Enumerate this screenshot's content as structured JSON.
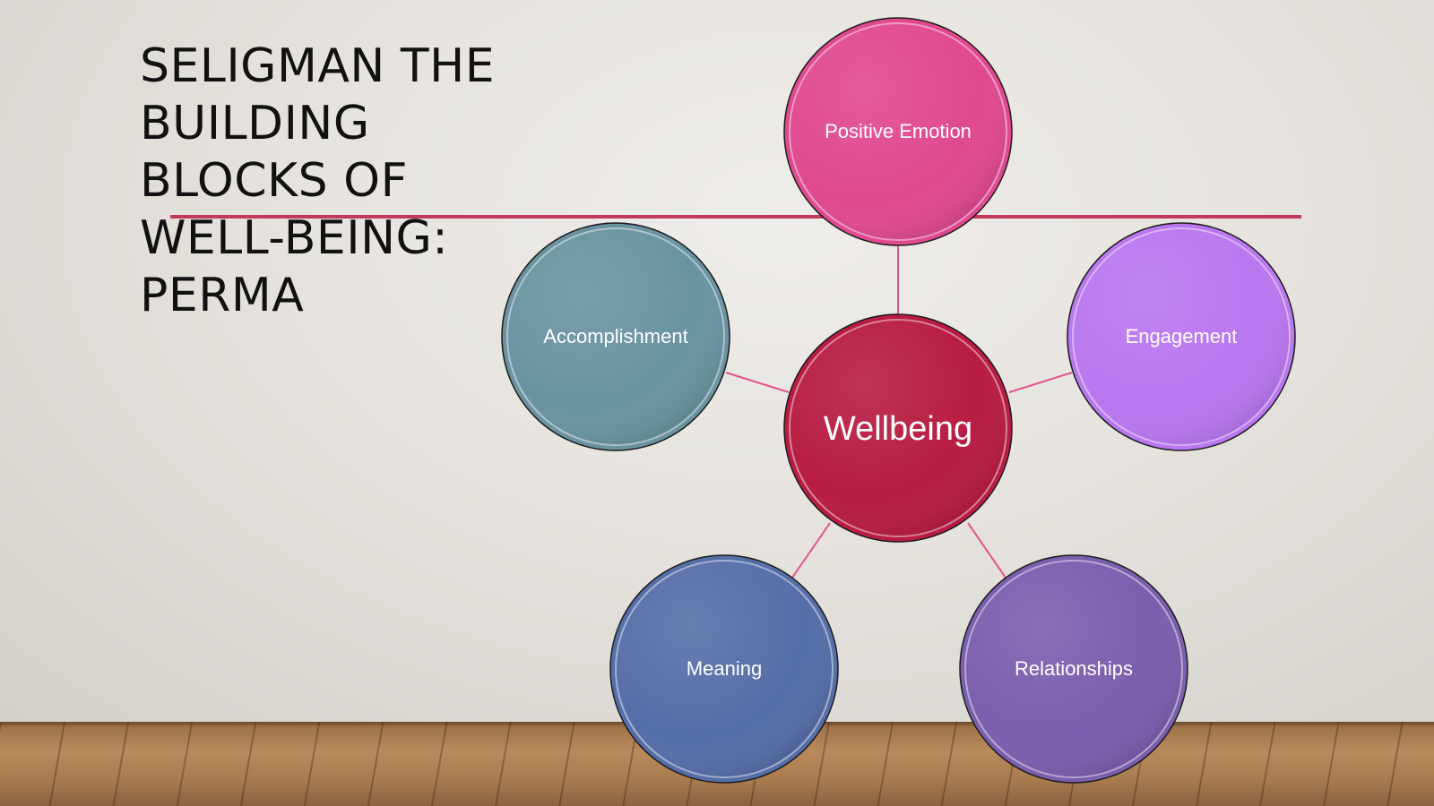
{
  "title_lines": [
    "SELIGMAN THE",
    "BUILDING",
    "BLOCKS OF",
    "WELL-BEING:",
    "PERMA"
  ],
  "colors": {
    "accent_line": "#c13a5c",
    "connector": "#e2558f",
    "center": "#b81c42",
    "positive_emotion": "#e0498f",
    "engagement": "#b977f0",
    "relationships": "#7a5fae",
    "meaning": "#566ea8",
    "accomplishment": "#6a93a1"
  },
  "diagram": {
    "center": {
      "label": "Wellbeing"
    },
    "nodes": [
      {
        "key": "positive_emotion",
        "label": "Positive Emotion"
      },
      {
        "key": "engagement",
        "label": "Engagement"
      },
      {
        "key": "relationships",
        "label": "Relationships"
      },
      {
        "key": "meaning",
        "label": "Meaning"
      },
      {
        "key": "accomplishment",
        "label": "Accomplishment"
      }
    ]
  }
}
